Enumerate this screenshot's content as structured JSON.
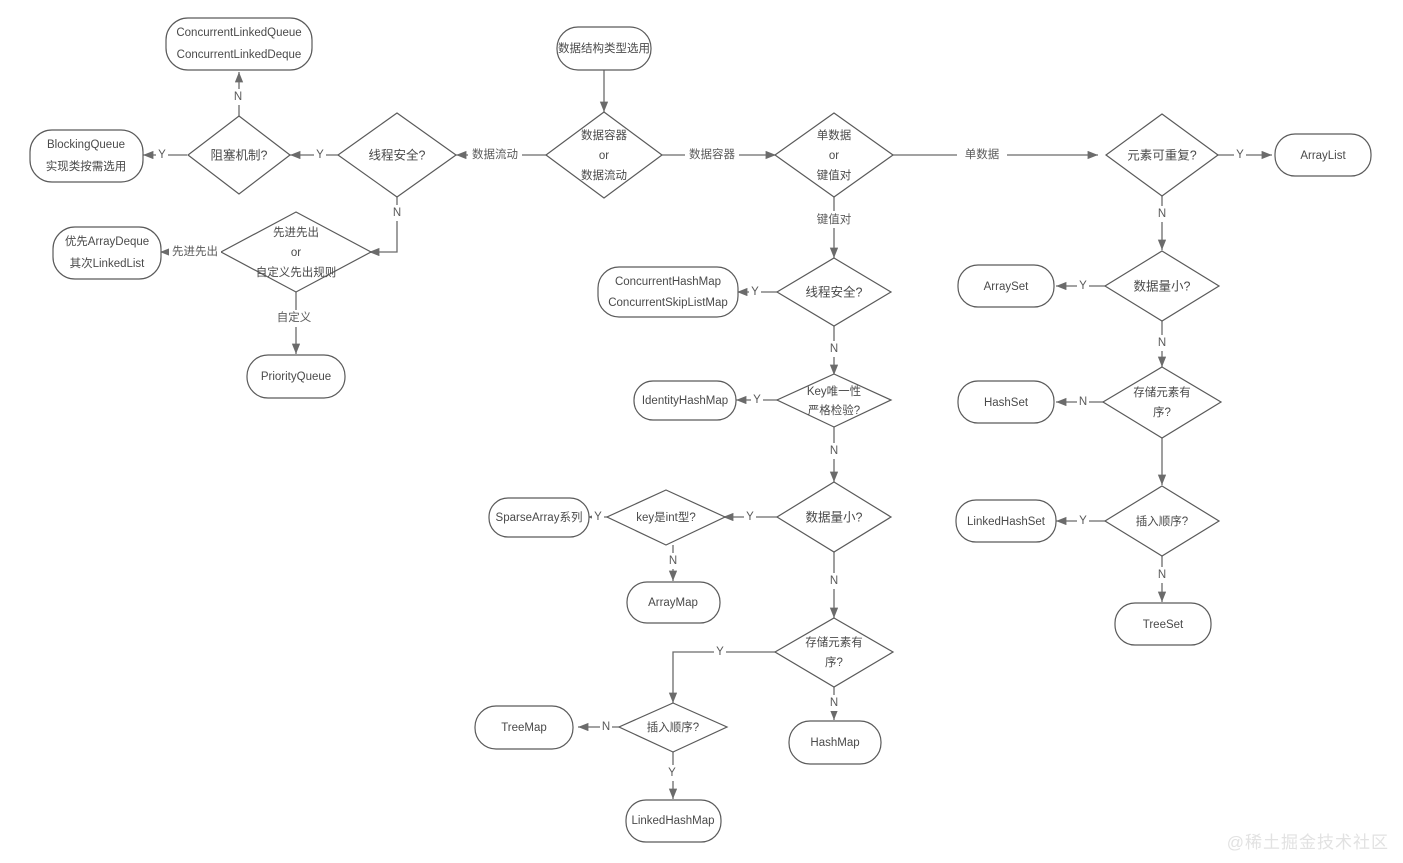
{
  "diagram": {
    "title": "数据结构类型选用",
    "watermark": "@稀土掘金技术社区",
    "colors": {
      "background": "#ffffff",
      "stroke": "#5a5a5a",
      "edge": "#6b6b6b",
      "text": "#4a4a4a",
      "watermark": "#e2e2e2"
    },
    "nodes": {
      "start": {
        "label": "数据结构类型选用",
        "shape": "rounded"
      },
      "container_or_flow": {
        "label_1": "数据容器",
        "label_2": "or",
        "label_3": "数据流动",
        "shape": "diamond"
      },
      "thread_safe_left": {
        "label": "线程安全?",
        "shape": "diamond"
      },
      "blocking": {
        "label": "阻塞机制?",
        "shape": "diamond"
      },
      "concurrent_linked": {
        "label_1": "ConcurrentLinkedQueue",
        "label_2": "ConcurrentLinkedDeque",
        "shape": "rounded"
      },
      "blocking_queue": {
        "label_1": "BlockingQueue",
        "label_2": "实现类按需选用",
        "shape": "rounded"
      },
      "fifo_or_custom": {
        "label_1": "先进先出",
        "label_2": "or",
        "label_3": "自定义先出规则",
        "shape": "diamond"
      },
      "array_deque": {
        "label_1": "优先ArrayDeque",
        "label_2": "其次LinkedList",
        "shape": "rounded"
      },
      "priority_queue": {
        "label": "PriorityQueue",
        "shape": "rounded"
      },
      "single_or_kv": {
        "label_1": "单数据",
        "label_2": "or",
        "label_3": "键值对",
        "shape": "diamond"
      },
      "thread_safe_map": {
        "label": "线程安全?",
        "shape": "diamond"
      },
      "concurrent_maps": {
        "label_1": "ConcurrentHashMap",
        "label_2": "ConcurrentSkipListMap",
        "shape": "rounded"
      },
      "key_unique": {
        "label_1": "Key唯一性",
        "label_2": "严格检验?",
        "shape": "diamond"
      },
      "identity_hash_map": {
        "label": "IdentityHashMap",
        "shape": "rounded"
      },
      "map_small_data": {
        "label": "数据量小?",
        "shape": "diamond"
      },
      "key_is_int": {
        "label": "key是int型?",
        "shape": "diamond"
      },
      "sparse_array": {
        "label": "SparseArray系列",
        "shape": "rounded"
      },
      "array_map": {
        "label": "ArrayMap",
        "shape": "rounded"
      },
      "map_ordered": {
        "label_1": "存储元素有",
        "label_2": "序?",
        "shape": "diamond"
      },
      "hash_map": {
        "label": "HashMap",
        "shape": "rounded"
      },
      "map_insert_order": {
        "label": "插入顺序?",
        "shape": "diamond"
      },
      "tree_map": {
        "label": "TreeMap",
        "shape": "rounded"
      },
      "linked_hash_map": {
        "label": "LinkedHashMap",
        "shape": "rounded"
      },
      "element_repeat": {
        "label": "元素可重复?",
        "shape": "diamond"
      },
      "array_list": {
        "label": "ArrayList",
        "shape": "rounded"
      },
      "set_small_data": {
        "label": "数据量小?",
        "shape": "diamond"
      },
      "array_set": {
        "label": "ArraySet",
        "shape": "rounded"
      },
      "set_ordered": {
        "label_1": "存储元素有",
        "label_2": "序?",
        "shape": "diamond"
      },
      "hash_set": {
        "label": "HashSet",
        "shape": "rounded"
      },
      "set_insert_order": {
        "label": "插入顺序?",
        "shape": "diamond"
      },
      "linked_hash_set": {
        "label": "LinkedHashSet",
        "shape": "rounded"
      },
      "tree_set": {
        "label": "TreeSet",
        "shape": "rounded"
      }
    },
    "edge_labels": {
      "data_flow": "数据流动",
      "data_container": "数据容器",
      "single_data": "单数据",
      "key_value": "键值对",
      "fifo": "先进先出",
      "custom": "自定义",
      "y1": "Y",
      "y2": "Y",
      "y3": "Y",
      "y4": "Y",
      "y5": "Y",
      "y6": "Y",
      "y7": "Y",
      "y8": "Y",
      "y9": "Y",
      "y10": "Y",
      "n1": "N",
      "n2": "N",
      "n3": "N",
      "n4": "N",
      "n5": "N",
      "n6": "N",
      "n7": "N",
      "n8": "N",
      "n9": "N",
      "n10": "N",
      "n11": "N"
    }
  }
}
